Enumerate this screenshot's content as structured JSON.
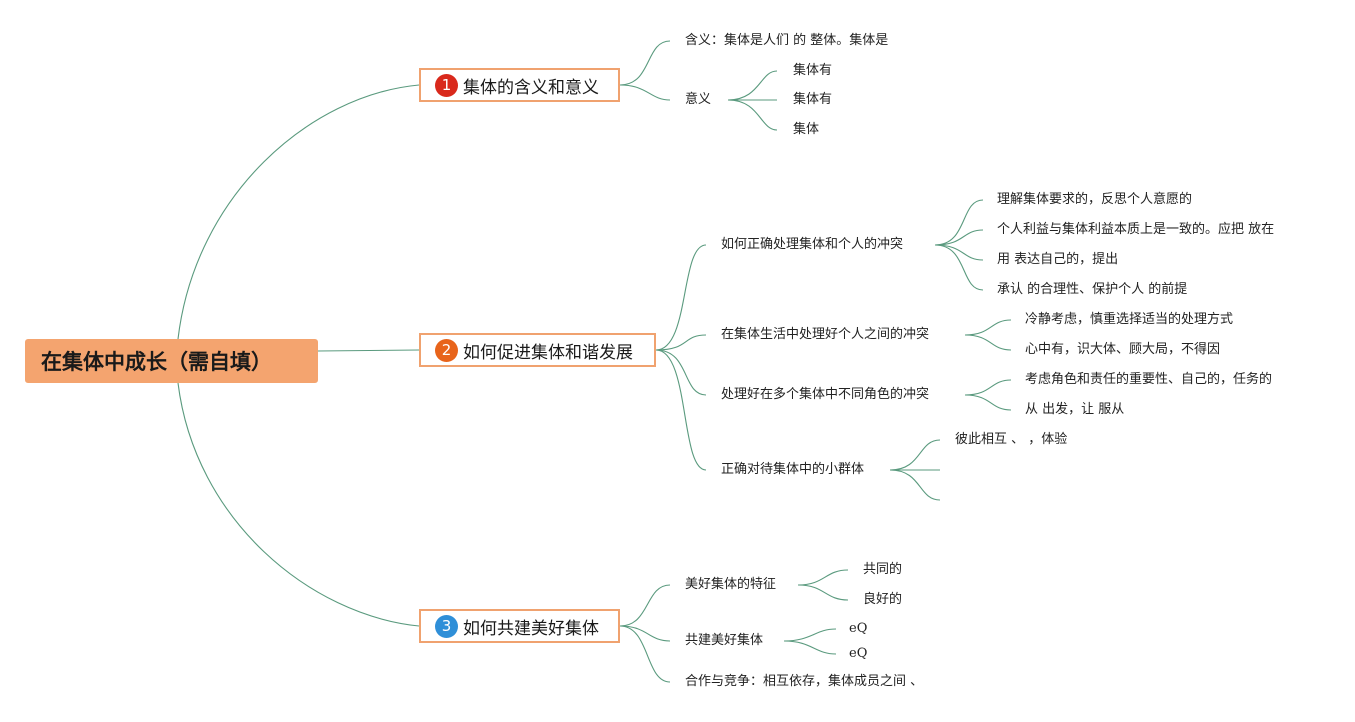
{
  "root": {
    "title": "在集体中成长（需自填）"
  },
  "branches": [
    {
      "number": "1",
      "color": "#d9291c",
      "title": "集体的含义和意义",
      "children": [
        {
          "label": "含义：集体是人们 的 整体。集体是"
        },
        {
          "label": "意义",
          "items": [
            "集体有",
            "集体有",
            "集体"
          ]
        }
      ]
    },
    {
      "number": "2",
      "color": "#e8641b",
      "title": "如何促进集体和谐发展",
      "children": [
        {
          "label": "如何正确处理集体和个人的冲突",
          "items": [
            "理解集体要求的，反思个人意愿的",
            "个人利益与集体利益本质上是一致的。应把 放在",
            "用 表达自己的，提出",
            "承认 的合理性、保护个人 的前提"
          ]
        },
        {
          "label": "在集体生活中处理好个人之间的冲突",
          "items": [
            "冷静考虑，慎重选择适当的处理方式",
            "心中有，识大体、顾大局，不得因"
          ]
        },
        {
          "label": "处理好在多个集体中不同角色的冲突",
          "items": [
            "考虑角色和责任的重要性、自己的，任务的",
            "从 出发，让 服从"
          ]
        },
        {
          "label": "正确对待集体中的小群体",
          "items": [
            "彼此相互 、 ，体验",
            "",
            ""
          ]
        }
      ]
    },
    {
      "number": "3",
      "color": "#2f8fd8",
      "title": "如何共建美好集体",
      "children": [
        {
          "label": "美好集体的特征",
          "items": [
            "共同的",
            "良好的"
          ]
        },
        {
          "label": "共建美好集体",
          "items": [
            "eQ",
            "eQ"
          ]
        },
        {
          "label": "合作与竞争：相互依存，集体成员之间 、"
        }
      ]
    }
  ]
}
